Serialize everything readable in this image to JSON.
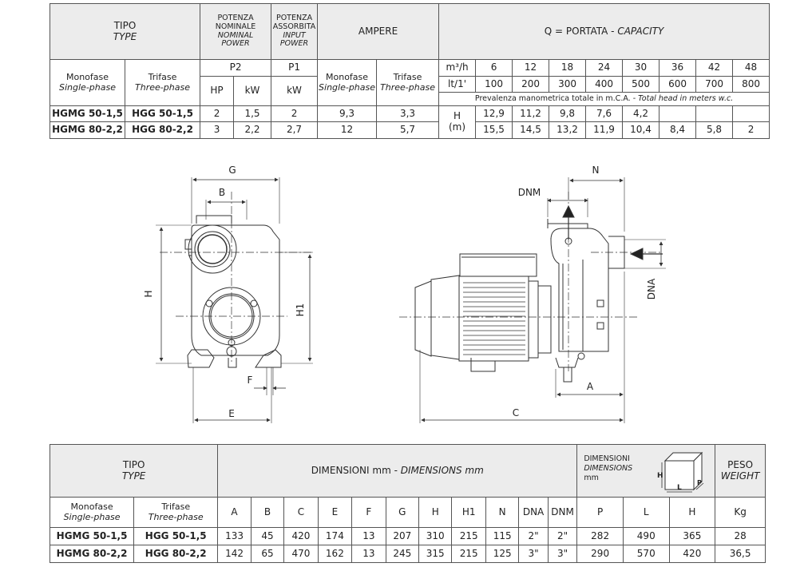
{
  "table1": {
    "tipo": "TIPO",
    "type": "TYPE",
    "potenza_nominale_l1": "POTENZA",
    "potenza_nominale_l2": "NOMINALE",
    "nominal_power_l1": "NOMINAL",
    "nominal_power_l2": "POWER",
    "potenza_assorbita_l1": "POTENZA",
    "potenza_assorbita_l2": "ASSORBITA",
    "input_power_l1": "INPUT",
    "input_power_l2": "POWER",
    "ampere": "AMPERE",
    "portata": "Q = PORTATA - ",
    "capacity": "CAPACITY",
    "monofase": "Monofase",
    "single_phase": "Single-phase",
    "trifase": "Trifase",
    "three_phase": "Three-phase",
    "p2": "P2",
    "p1": "P1",
    "hp": "HP",
    "kw": "kW",
    "kw2": "kW",
    "unit_m3h": "m³/h",
    "unit_lt": "lt/1'",
    "m3h_values": [
      "6",
      "12",
      "18",
      "24",
      "30",
      "36",
      "42",
      "48"
    ],
    "lt_values": [
      "100",
      "200",
      "300",
      "400",
      "500",
      "600",
      "700",
      "800"
    ],
    "head_note": "Prevalenza manometrica totale in m.C.A. - ",
    "head_note_en": "Total head in meters w.c.",
    "h_label": "H",
    "m_label": "(m)",
    "rows": [
      {
        "mono": "HGMG 50-1,5",
        "tri": "HGG 50-1,5",
        "hp": "2",
        "kw": "1,5",
        "p1": "2",
        "amp_mono": "9,3",
        "amp_tri": "3,3",
        "h": [
          "12,9",
          "11,2",
          "9,8",
          "7,6",
          "4,2",
          "",
          "",
          ""
        ]
      },
      {
        "mono": "HGMG 80-2,2",
        "tri": "HGG 80-2,2",
        "hp": "3",
        "kw": "2,2",
        "p1": "2,7",
        "amp_mono": "12",
        "amp_tri": "5,7",
        "h": [
          "15,5",
          "14,5",
          "13,2",
          "11,9",
          "10,4",
          "8,4",
          "5,8",
          "2"
        ]
      }
    ]
  },
  "drawing": {
    "G": "G",
    "B": "B",
    "H": "H",
    "H1": "H1",
    "F": "F",
    "E": "E",
    "N": "N",
    "DNM": "DNM",
    "DNA": "DNA",
    "A": "A",
    "C": "C"
  },
  "table2": {
    "tipo": "TIPO",
    "type": "TYPE",
    "dimensioni": "DIMENSIONI mm - ",
    "dimensions": "DIMENSIONS mm",
    "dim_box_l1": "DIMENSIONI",
    "dim_box_l2": "DIMENSIONS",
    "dim_box_l3": "mm",
    "box_H": "H",
    "box_L": "L",
    "box_P": "P",
    "peso": "PESO",
    "weight": "WEIGHT",
    "monofase": "Monofase",
    "single_phase": "Single-phase",
    "trifase": "Trifase",
    "three_phase": "Three-phase",
    "cols": [
      "A",
      "B",
      "C",
      "E",
      "F",
      "G",
      "H",
      "H1",
      "N",
      "DNA",
      "DNM"
    ],
    "pack_cols": [
      "P",
      "L",
      "H"
    ],
    "kg": "Kg",
    "rows": [
      {
        "mono": "HGMG 50-1,5",
        "tri": "HGG 50-1,5",
        "dims": [
          "133",
          "45",
          "420",
          "174",
          "13",
          "207",
          "310",
          "215",
          "115",
          "2\"",
          "2\""
        ],
        "pack": [
          "282",
          "490",
          "365"
        ],
        "kg": "28"
      },
      {
        "mono": "HGMG 80-2,2",
        "tri": "HGG 80-2,2",
        "dims": [
          "142",
          "65",
          "470",
          "162",
          "13",
          "245",
          "315",
          "215",
          "125",
          "3\"",
          "3\""
        ],
        "pack": [
          "290",
          "570",
          "420"
        ],
        "kg": "36,5"
      }
    ]
  }
}
